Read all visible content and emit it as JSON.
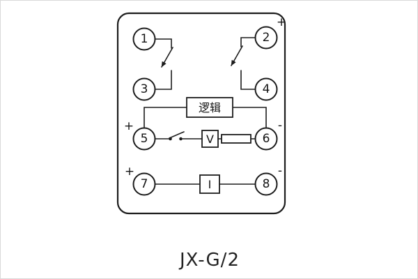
{
  "diagram": {
    "title": "JX-G/2",
    "terminals": {
      "t1": "1",
      "t2": "2",
      "t3": "3",
      "t4": "4",
      "t5": "5",
      "t6": "6",
      "t7": "7",
      "t8": "8"
    },
    "labels": {
      "logic_box": "逻辑",
      "voltage_box": "V",
      "current_box": "I"
    },
    "polarity": {
      "top_right_plus": "+",
      "mid_left_plus": "+",
      "mid_right_minus": "-",
      "bottom_left_plus": "+",
      "bottom_right_minus": "-"
    },
    "colors": {
      "line": "#1c1c1c",
      "background": "#ffffff"
    }
  }
}
